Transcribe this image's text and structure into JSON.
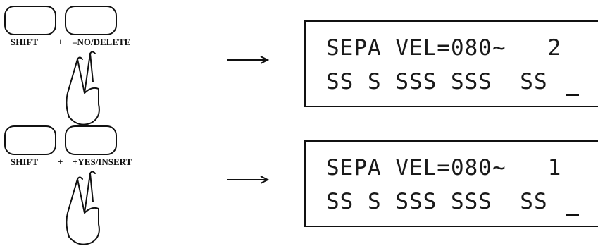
{
  "steps": [
    {
      "keys": {
        "shift_label": "SHIFT",
        "plus": "+",
        "function_label": "–NO/DELETE"
      },
      "display": {
        "line1": "SEPA VEL=080~   2",
        "line2": "SS S SSS SSS  SS"
      }
    },
    {
      "keys": {
        "shift_label": "SHIFT",
        "plus": "+",
        "function_label": "+YES/INSERT"
      },
      "display": {
        "line1": "SEPA VEL=080~   1",
        "line2": "SS S SSS SSS  SS"
      }
    }
  ]
}
